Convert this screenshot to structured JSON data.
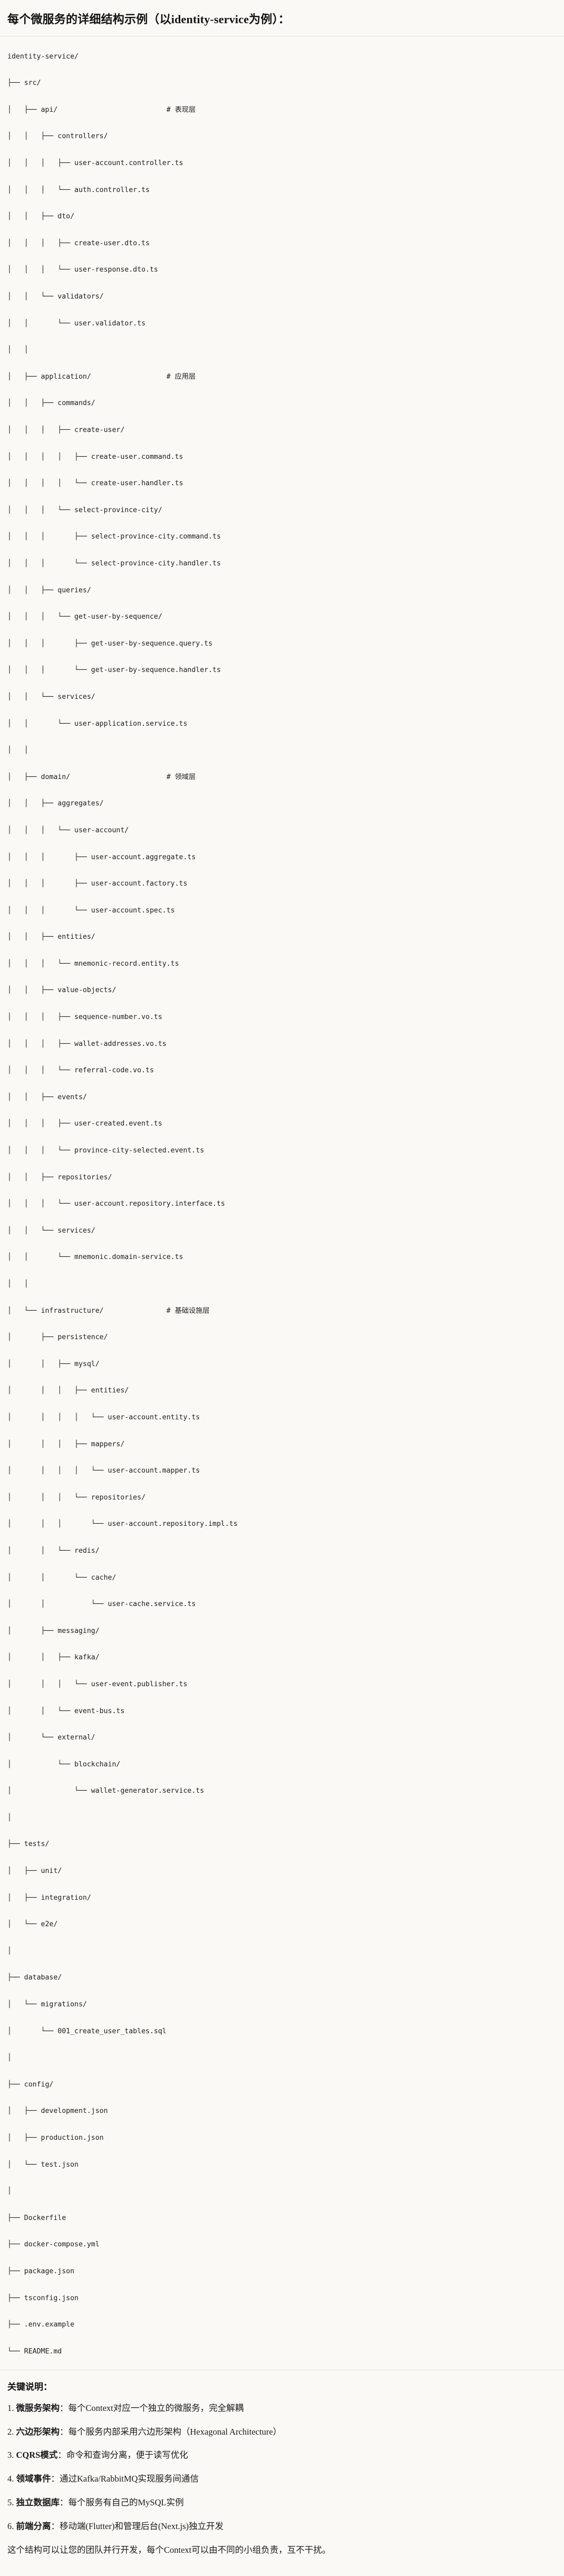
{
  "header": {
    "title": "每个微服务的详细结构示例（以identity-service为例）："
  },
  "tree": {
    "root": "identity-service/",
    "comments": {
      "api": "# 表现层",
      "application": "# 应用层",
      "domain": "# 领域层",
      "infrastructure": "# 基础设施层"
    },
    "lines": [
      "identity-service/",
      "├── src/",
      "│   ├── api/                          # 表现层",
      "│   │   ├── controllers/",
      "│   │   │   ├── user-account.controller.ts",
      "│   │   │   └── auth.controller.ts",
      "│   │   ├── dto/",
      "│   │   │   ├── create-user.dto.ts",
      "│   │   │   └── user-response.dto.ts",
      "│   │   └── validators/",
      "│   │       └── user.validator.ts",
      "│   │",
      "│   ├── application/                  # 应用层",
      "│   │   ├── commands/",
      "│   │   │   ├── create-user/",
      "│   │   │   │   ├── create-user.command.ts",
      "│   │   │   │   └── create-user.handler.ts",
      "│   │   │   └── select-province-city/",
      "│   │   │       ├── select-province-city.command.ts",
      "│   │   │       └── select-province-city.handler.ts",
      "│   │   ├── queries/",
      "│   │   │   └── get-user-by-sequence/",
      "│   │   │       ├── get-user-by-sequence.query.ts",
      "│   │   │       └── get-user-by-sequence.handler.ts",
      "│   │   └── services/",
      "│   │       └── user-application.service.ts",
      "│   │",
      "│   ├── domain/                       # 领域层",
      "│   │   ├── aggregates/",
      "│   │   │   └── user-account/",
      "│   │   │       ├── user-account.aggregate.ts",
      "│   │   │       ├── user-account.factory.ts",
      "│   │   │       └── user-account.spec.ts",
      "│   │   ├── entities/",
      "│   │   │   └── mnemonic-record.entity.ts",
      "│   │   ├── value-objects/",
      "│   │   │   ├── sequence-number.vo.ts",
      "│   │   │   ├── wallet-addresses.vo.ts",
      "│   │   │   └── referral-code.vo.ts",
      "│   │   ├── events/",
      "│   │   │   ├── user-created.event.ts",
      "│   │   │   └── province-city-selected.event.ts",
      "│   │   ├── repositories/",
      "│   │   │   └── user-account.repository.interface.ts",
      "│   │   └── services/",
      "│   │       └── mnemonic.domain-service.ts",
      "│   │",
      "│   └── infrastructure/               # 基础设施层",
      "│       ├── persistence/",
      "│       │   ├── mysql/",
      "│       │   │   ├── entities/",
      "│       │   │   │   └── user-account.entity.ts",
      "│       │   │   ├── mappers/",
      "│       │   │   │   └── user-account.mapper.ts",
      "│       │   │   └── repositories/",
      "│       │   │       └── user-account.repository.impl.ts",
      "│       │   └── redis/",
      "│       │       └── cache/",
      "│       │           └── user-cache.service.ts",
      "│       ├── messaging/",
      "│       │   ├── kafka/",
      "│       │   │   └── user-event.publisher.ts",
      "│       │   └── event-bus.ts",
      "│       └── external/",
      "│           └── blockchain/",
      "│               └── wallet-generator.service.ts",
      "│",
      "├── tests/",
      "│   ├── unit/",
      "│   ├── integration/",
      "│   └── e2e/",
      "│",
      "├── database/",
      "│   └── migrations/",
      "│       └── 001_create_user_tables.sql",
      "│",
      "├── config/",
      "│   ├── development.json",
      "│   ├── production.json",
      "│   └── test.json",
      "│",
      "├── Dockerfile",
      "├── docker-compose.yml",
      "├── package.json",
      "├── tsconfig.json",
      "├── .env.example",
      "└── README.md"
    ]
  },
  "notes": {
    "title": "关键说明：",
    "items": [
      {
        "num": "1.",
        "lead": "微服务架构",
        "rest": "：每个Context对应一个独立的微服务，完全解耦"
      },
      {
        "num": "2.",
        "lead": "六边形架构",
        "rest": "：每个服务内部采用六边形架构（Hexagonal Architecture）"
      },
      {
        "num": "3.",
        "lead": "CQRS模式",
        "rest": "：命令和查询分离，便于读写优化"
      },
      {
        "num": "4.",
        "lead": "领域事件",
        "rest": "：通过Kafka/RabbitMQ实现服务间通信"
      },
      {
        "num": "5.",
        "lead": "独立数据库",
        "rest": "：每个服务有自己的MySQL实例"
      },
      {
        "num": "6.",
        "lead": "前端分离",
        "rest": "：移动端(Flutter)和管理后台(Next.js)独立开发"
      }
    ],
    "closing": "这个结构可以让您的团队并行开发，每个Context可以由不同的小组负责，互不干扰。"
  },
  "colors": {
    "background": "#faf9f6",
    "text": "#1a1a1a",
    "divider": "#e3e1dc"
  }
}
